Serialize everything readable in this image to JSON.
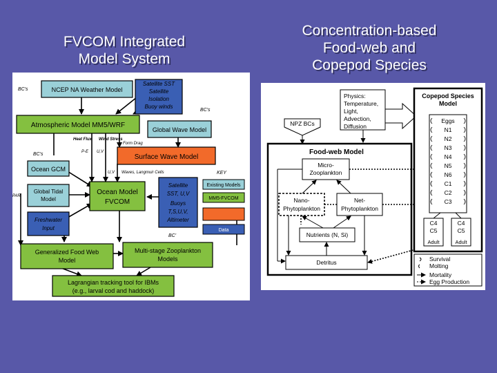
{
  "left_title": [
    "FVCOM Integrated",
    "Model System"
  ],
  "right_title": [
    "Concentration-based",
    "Food-web and",
    "Copepod Species"
  ],
  "fvcom": {
    "bcs_1": "BC's",
    "bcs_2": "BC's",
    "bcs_3": "BC's",
    "bc_4": "BC'",
    "par": "PAR",
    "ncep": "NCEP NA Weather Model",
    "satellite_1": [
      "Satellite SST",
      "Satellite",
      "Isolation",
      "Buoy winds"
    ],
    "atmos": "Atmospheric Model MM5/WRF",
    "global_wave": "Global Wave Model",
    "heat_flux": "Heat Flux",
    "wind_stress": "Wind Stress",
    "form_drag": "Form Drag",
    "pe": "P-E",
    "uv_1": "U,V",
    "surface_wave": "Surface Wave Model",
    "uv_2": "U,V",
    "waves_langmuir": "Waves, Langmuir Cells",
    "ocean_gcm": "Ocean GCM",
    "global_tidal": [
      "Global Tidal",
      "Model"
    ],
    "freshwater": [
      "Freshwater",
      "Input"
    ],
    "ocean_model": [
      "Ocean Model",
      "FVCOM"
    ],
    "satellite_2": [
      "Satellite",
      "SST, U,V",
      "Buoys",
      "T,S,U,V,",
      "Altimeter"
    ],
    "key": "KEY",
    "key_existing": "Existing Models",
    "key_mm5": "MM5-FVCOM",
    "key_data": "Data",
    "food_web": [
      "Generalized Food Web",
      "Model"
    ],
    "zooplankton": [
      "Multi-stage Zooplankton",
      "Models"
    ],
    "lagrangian": [
      "Lagrangian tracking tool for IBMs",
      "(e.g., larval cod and haddock)"
    ],
    "colors": {
      "blue": "#3a5fb4",
      "light_blue": "#9ad0d8",
      "green": "#84c040",
      "orange": "#f26a2a",
      "title": "#ffffff",
      "background": "#5858a8"
    }
  },
  "foodweb": {
    "physics": [
      "Physics:",
      "Temperature,",
      "Light,",
      "Advection,",
      "Diffusion"
    ],
    "npz_bcs": "NPZ BCs",
    "food_web_title": "Food-web Model",
    "micro": [
      "Micro-",
      "Zooplankton"
    ],
    "nano": [
      "Nano-",
      "Phytoplankton"
    ],
    "net": [
      "Net-",
      "Phytoplankton"
    ],
    "nutrients": "Nutrients (N, Si)",
    "detritus": "Detritus",
    "copepod_title": [
      "Copepod Species",
      "Model"
    ],
    "stages": [
      "Eggs",
      "N1",
      "N2",
      "N3",
      "N4",
      "N5",
      "N6",
      "C1",
      "C2",
      "C3"
    ],
    "c4_left": "C4",
    "c5_left": "C5",
    "adult_left": "Adult",
    "c4_right": "C4",
    "c5_right": "C5",
    "adult_right": "Adult",
    "legend": [
      "Survival",
      "Molting",
      "Mortality",
      "Egg Production"
    ]
  }
}
